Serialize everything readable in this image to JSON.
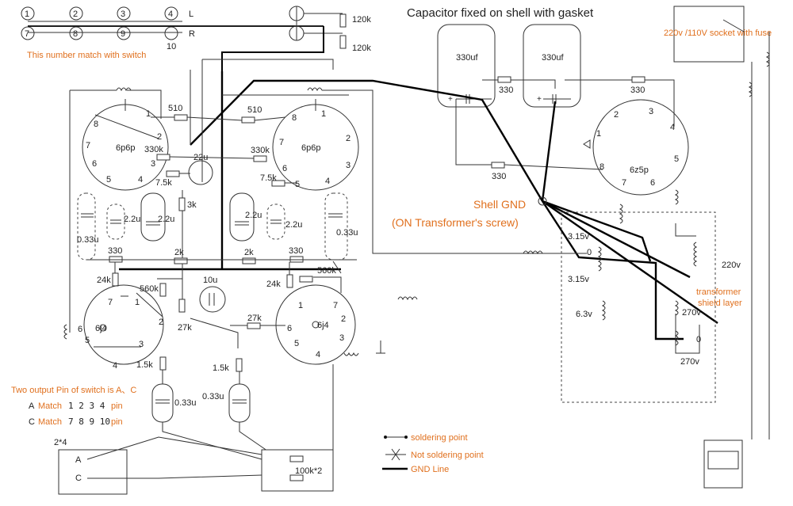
{
  "header": {
    "title": "Capacitor fixed on shell with gasket",
    "switch_note": "This number match with switch",
    "socket_note": "220v /110V socket with fuse"
  },
  "switch_pins": {
    "top": [
      "1",
      "2",
      "3",
      "4"
    ],
    "bottom": [
      "7",
      "8",
      "9",
      "10"
    ],
    "label_l": "L",
    "label_r": "R"
  },
  "resistors": {
    "r120k_a": "120k",
    "r120k_b": "120k",
    "r510_a": "510",
    "r510_b": "510",
    "r330k_a": "330k",
    "r330k_b": "330k",
    "r7_5k_a": "7.5k",
    "r7_5k_b": "7.5k",
    "r3k": "3k",
    "r330_a": "330",
    "r330_b": "330",
    "r330_ps1": "330",
    "r330_ps2": "330",
    "r330_ps3": "330",
    "r2k_a": "2k",
    "r2k_b": "2k",
    "r24k_a": "24k",
    "r24k_b": "24k",
    "r560k_a": "560k",
    "r560k_b": "560k",
    "r27k_a": "27k",
    "r27k_b": "27k",
    "r1_5k_a": "1.5k",
    "r1_5k_b": "1.5k"
  },
  "capacitors": {
    "c330uf_a": "330uf",
    "c330uf_b": "330uf",
    "c22u": "22u",
    "c2_2u_a": "2.2u",
    "c2_2u_b": "2.2u",
    "c2_2u_c": "2.2u",
    "c2_2u_d": "2.2u",
    "c0_33u_a": "0.33u",
    "c0_33u_b": "0.33u",
    "c0_33u_c": "0.33u",
    "c0_33u_d": "0.33u",
    "c10u": "10u"
  },
  "tubes": {
    "left_power": "6p6p",
    "right_power": "6p6p",
    "left_driver": "6j4",
    "right_driver": "6j4",
    "rectifier": "6z5p"
  },
  "pin_numbers": {
    "p1": "1",
    "p2": "2",
    "p3": "3",
    "p4": "4",
    "p5": "5",
    "p6": "6",
    "p7": "7",
    "p8": "8"
  },
  "transformer": {
    "v3_15_a": "3.15v",
    "v0": "0",
    "v3_15_b": "3.15v",
    "v6_3": "6.3v",
    "v220": "220v",
    "v270_a": "270v",
    "v0_b": "0",
    "v270_b": "270v",
    "shield_line1": "transformer",
    "shield_line2": "shield layer"
  },
  "shell_gnd": {
    "line1": "Shell GND",
    "line2": "(ON Transformer's screw)"
  },
  "switch_notes": {
    "line1": "Two output Pin of switch is A、C",
    "a_prefix": "A",
    "a_match": "Match",
    "a_pins": "1 2 3 4",
    "a_suffix": "pin",
    "c_prefix": "C",
    "c_match": "Match",
    "c_pins": "7 8 9 10",
    "c_suffix": "pin"
  },
  "selector": {
    "label": "2*4",
    "a": "A",
    "c": "C",
    "pot": "100k*2"
  },
  "legend": {
    "soldering": "soldering point",
    "not_soldering": "Not soldering point",
    "gnd": "GND Line"
  }
}
